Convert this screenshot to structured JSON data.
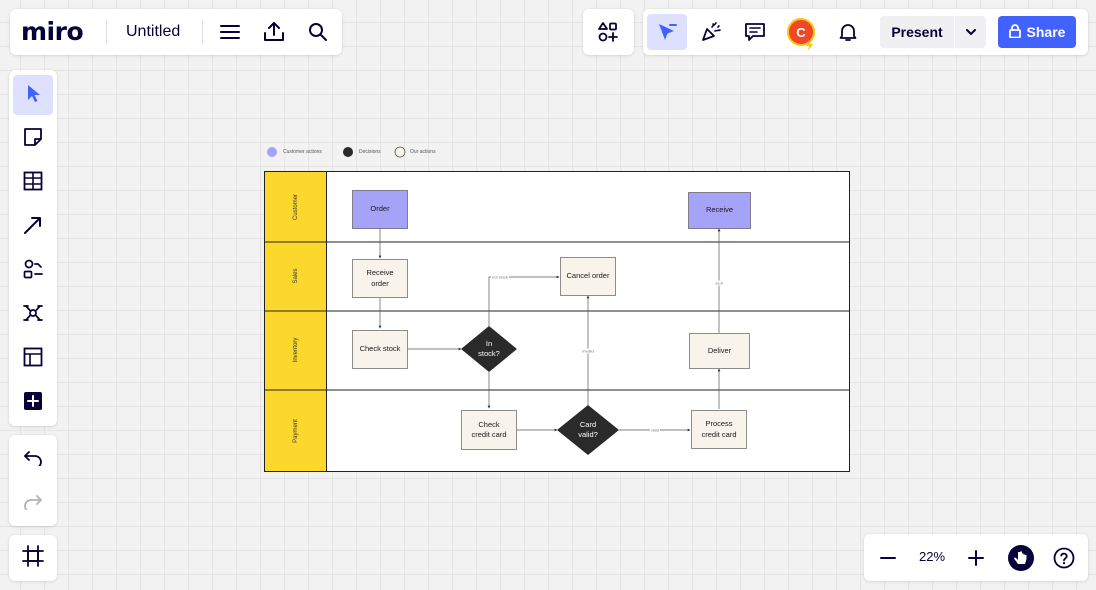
{
  "app": {
    "logo": "miro",
    "board_title": "Untitled"
  },
  "collab": {
    "avatar_initial": "C",
    "present_label": "Present",
    "share_label": "Share"
  },
  "zoom": {
    "level": "22%"
  },
  "colors": {
    "accent": "#4262ff",
    "active_tool_bg": "#dde1ff",
    "lane_header": "#fdd82c",
    "customer_node": "#a5a3f7",
    "action_node": "#f8f4ec",
    "decision_node": "#2a2a2a"
  },
  "diagram": {
    "legend": [
      {
        "label": "Customer actions",
        "swatch": "purple"
      },
      {
        "label": "Decisions",
        "swatch": "dark"
      },
      {
        "label": "Our actions",
        "swatch": "outline"
      }
    ],
    "lanes": [
      {
        "label": "Customer"
      },
      {
        "label": "Sales"
      },
      {
        "label": "Inventory"
      },
      {
        "label": "Payment"
      }
    ],
    "nodes": {
      "order": "Order",
      "receive": "Receive",
      "receive_order": "Receive\norder",
      "cancel_order": "Cancel order",
      "check_stock": "Check stock",
      "in_stock": "In\nstock?",
      "deliver": "Deliver",
      "check_credit_card": "Check\ncredit card",
      "card_valid": "Card\nvalid?",
      "process_credit_card": "Process\ncredit card"
    },
    "edge_labels": {
      "no_stock": "not stock",
      "invalid": "invalid",
      "valid": "valid",
      "sent": "sent"
    }
  }
}
